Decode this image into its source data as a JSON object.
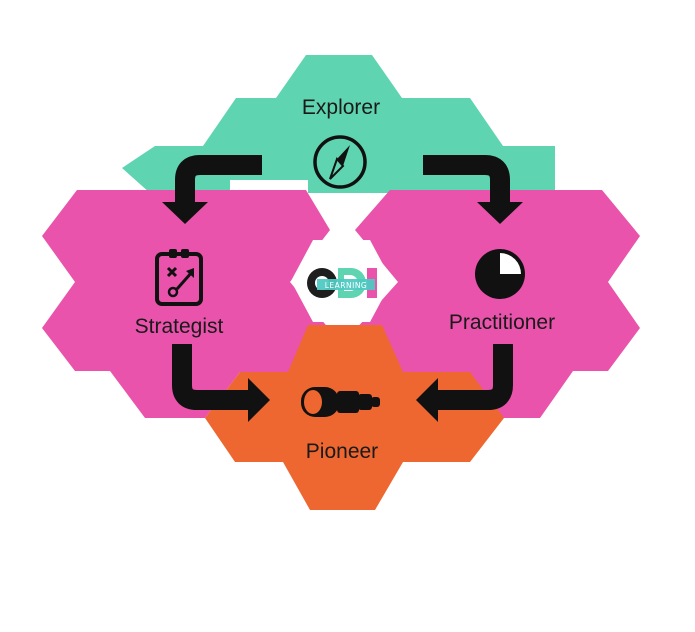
{
  "diagram": {
    "stages": [
      {
        "id": "explorer",
        "label": "Explorer",
        "icon": "compass-icon",
        "color": "#5fd4b0"
      },
      {
        "id": "strategist",
        "label": "Strategist",
        "icon": "strategy-board-icon",
        "color": "#e953ab"
      },
      {
        "id": "practitioner",
        "label": "Practitioner",
        "icon": "pie-gauge-icon",
        "color": "#e953ab"
      },
      {
        "id": "pioneer",
        "label": "Pioneer",
        "icon": "telescope-icon",
        "color": "#ee6630"
      }
    ],
    "center_logo": {
      "text": "ODI",
      "subtext": "LEARNING",
      "icon": "odi-learning-logo"
    },
    "flow": [
      {
        "from": "Explorer",
        "to": "Strategist"
      },
      {
        "from": "Explorer",
        "to": "Practitioner"
      },
      {
        "from": "Strategist",
        "to": "Pioneer"
      },
      {
        "from": "Practitioner",
        "to": "Pioneer"
      }
    ]
  }
}
